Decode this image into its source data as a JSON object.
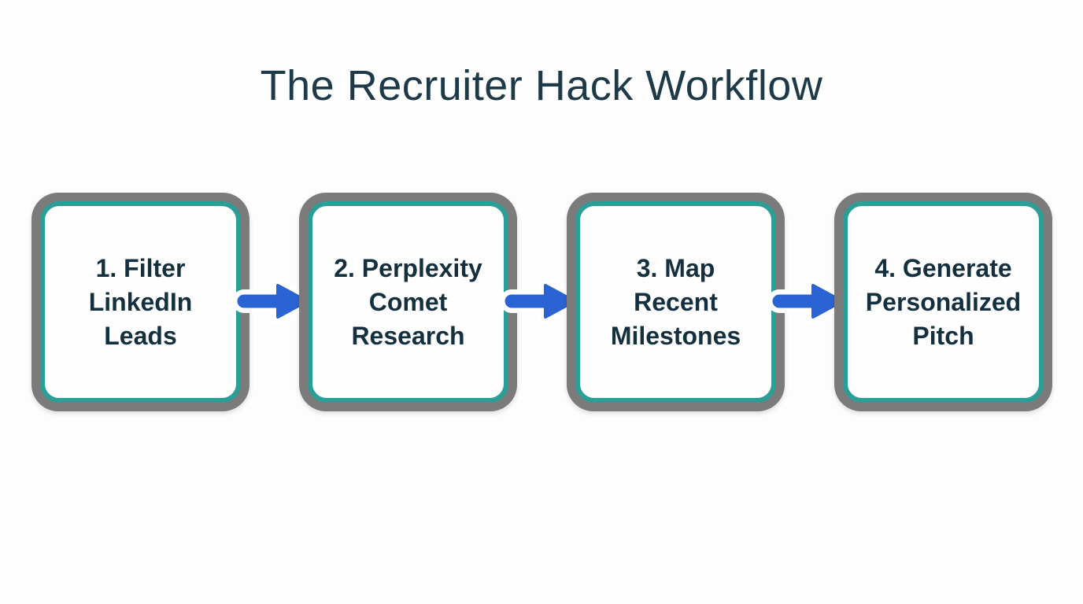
{
  "title": "The Recruiter Hack Workflow",
  "steps": [
    {
      "id": 1,
      "label": "1. Filter LinkedIn Leads",
      "lines": [
        "1. Filter",
        "LinkedIn",
        "Leads"
      ]
    },
    {
      "id": 2,
      "label": "2. Perplexity Comet Research",
      "lines": [
        "2. Perplexity",
        "Comet",
        "Research"
      ]
    },
    {
      "id": 3,
      "label": "3. Map Recent Milestones",
      "lines": [
        "3. Map",
        "Recent",
        "Milestones"
      ]
    },
    {
      "id": 4,
      "label": "4. Generate Personalized Pitch",
      "lines": [
        "4. Generate",
        "Personalized",
        "Pitch"
      ]
    }
  ],
  "arrows": [
    {
      "icon": "right-arrow"
    },
    {
      "icon": "right-arrow"
    },
    {
      "icon": "right-arrow"
    }
  ],
  "colors": {
    "background": "#fdfdfd",
    "title_text": "#1e3947",
    "step_text": "#14303f",
    "box_outer_border": "#7b7b7b",
    "box_inner_border": "#2b9e97",
    "box_fill": "#fefefe",
    "arrow_color": "#2a63d4",
    "arrow_outline": "#ffffff"
  }
}
